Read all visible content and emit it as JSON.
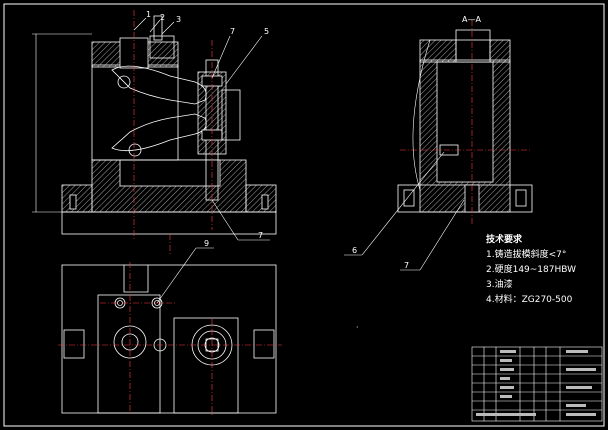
{
  "colors": {
    "background": "#000000",
    "line": "#ffffff",
    "hatch": "#c8c8c8",
    "center_line": "#ff3b3b",
    "dimension": "#ffffff"
  },
  "leaders": {
    "top": [
      "1",
      "2",
      "3",
      "7",
      "5"
    ],
    "bottom_left": "7",
    "plan_view": "9",
    "side_view": [
      "6",
      "7"
    ]
  },
  "section_label": "A—A",
  "requirements": {
    "title": "技术要求",
    "items": [
      "1.铸造拔模斜度<7°",
      "2.硬度149~187HBW",
      "3.油漆",
      "4.材料：ZG270-500"
    ]
  },
  "title_block_icon": "cad-title-block"
}
